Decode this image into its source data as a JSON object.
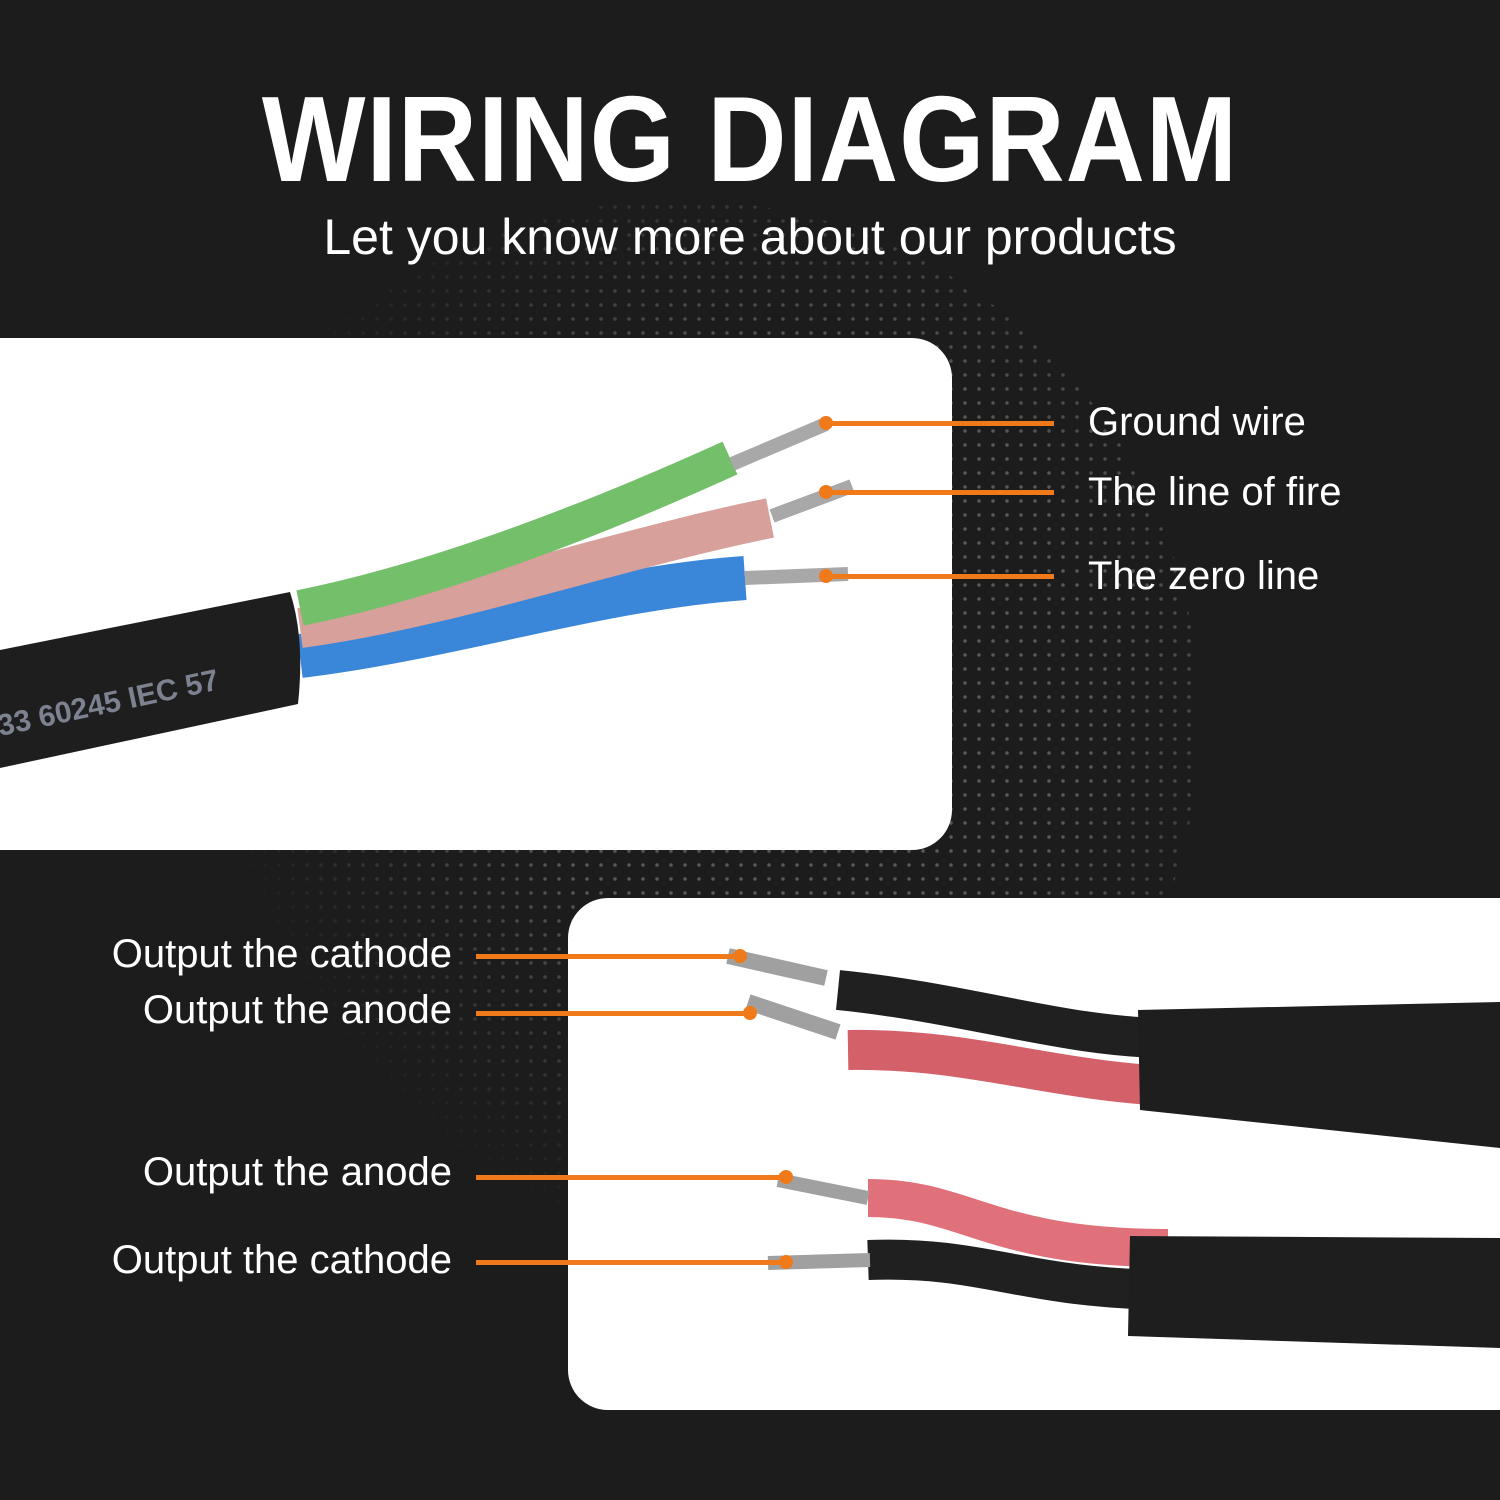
{
  "header": {
    "title": "WIRING DIAGRAM",
    "subtitle": "Let you know more about our products"
  },
  "colors": {
    "background": "#1c1c1c",
    "accent": "#f07a1a",
    "panel": "#ffffff",
    "text": "#ffffff"
  },
  "three_core_cable": {
    "jacket_print": "33  60245  IEC  57",
    "labels": [
      {
        "text": "Ground wire",
        "wire_color": "green-yellow"
      },
      {
        "text": "The line of fire",
        "wire_color": "brown/pink"
      },
      {
        "text": "The zero line",
        "wire_color": "blue"
      }
    ]
  },
  "two_core_cable_top": {
    "labels": [
      {
        "text": "Output the cathode",
        "wire_color": "black"
      },
      {
        "text": "Output the anode",
        "wire_color": "red"
      }
    ]
  },
  "two_core_cable_bottom": {
    "labels": [
      {
        "text": "Output the anode",
        "wire_color": "red"
      },
      {
        "text": "Output the cathode",
        "wire_color": "black"
      }
    ]
  }
}
